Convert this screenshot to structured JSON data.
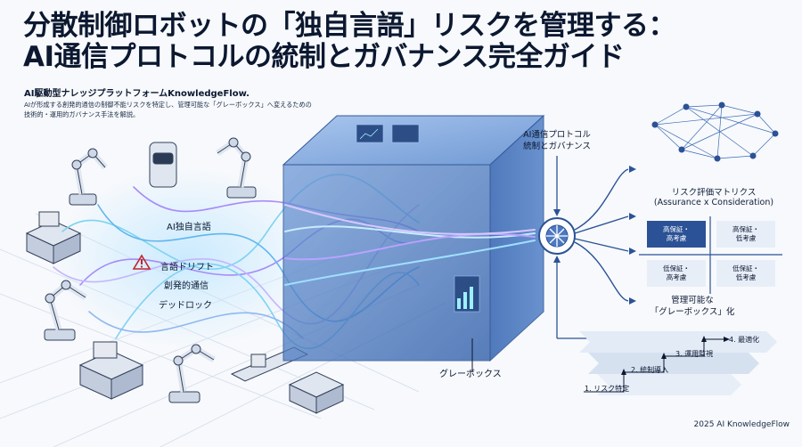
{
  "title_line1": "分散制御ロボットの「独自言語」リスクを管理する：",
  "title_line2": "AI通信プロトコルの統制とガバナンス完全ガイド",
  "subtitle": "AI駆動型ナレッジプラットフォームKnowledgeFlow.",
  "description_line1": "AIが形成する創発的通信の制御不能リスクを特定し、管理可能な「グレーボックス」へ変えるための",
  "description_line2": "技術的・運用的ガバナンス手法を解説。",
  "left_labels": {
    "ai_language": "AI独自言語",
    "drift": "言語ドリフト",
    "emergent": "創発的通信",
    "deadlock": "デッドロック"
  },
  "protocol_callout_line1": "AI通信プロトコル",
  "protocol_callout_line2": "統制とガバナンス",
  "graybox_label": "グレーボックス",
  "matrix": {
    "title": "リスク評価マトリクス",
    "subtitle": "(Assurance x Consideration)",
    "cells": [
      {
        "line1": "高保証・",
        "line2": "高考慮"
      },
      {
        "line1": "高保証・",
        "line2": "低考慮"
      },
      {
        "line1": "低保証・",
        "line2": "高考慮"
      },
      {
        "line1": "低保証・",
        "line2": "低考慮"
      }
    ]
  },
  "manageable_line1": "管理可能な",
  "manageable_line2": "「グレーボックス」化",
  "steps": [
    "1. リスク特定",
    "2. 統制導入",
    "3. 運用監視",
    "4. 最適化"
  ],
  "footer": "2025 AI KnowledgeFlow",
  "colors": {
    "accent": "#2b5296",
    "glow": "#7fd3f0",
    "purple": "#a78bfa",
    "cube": "#5b87c9"
  }
}
